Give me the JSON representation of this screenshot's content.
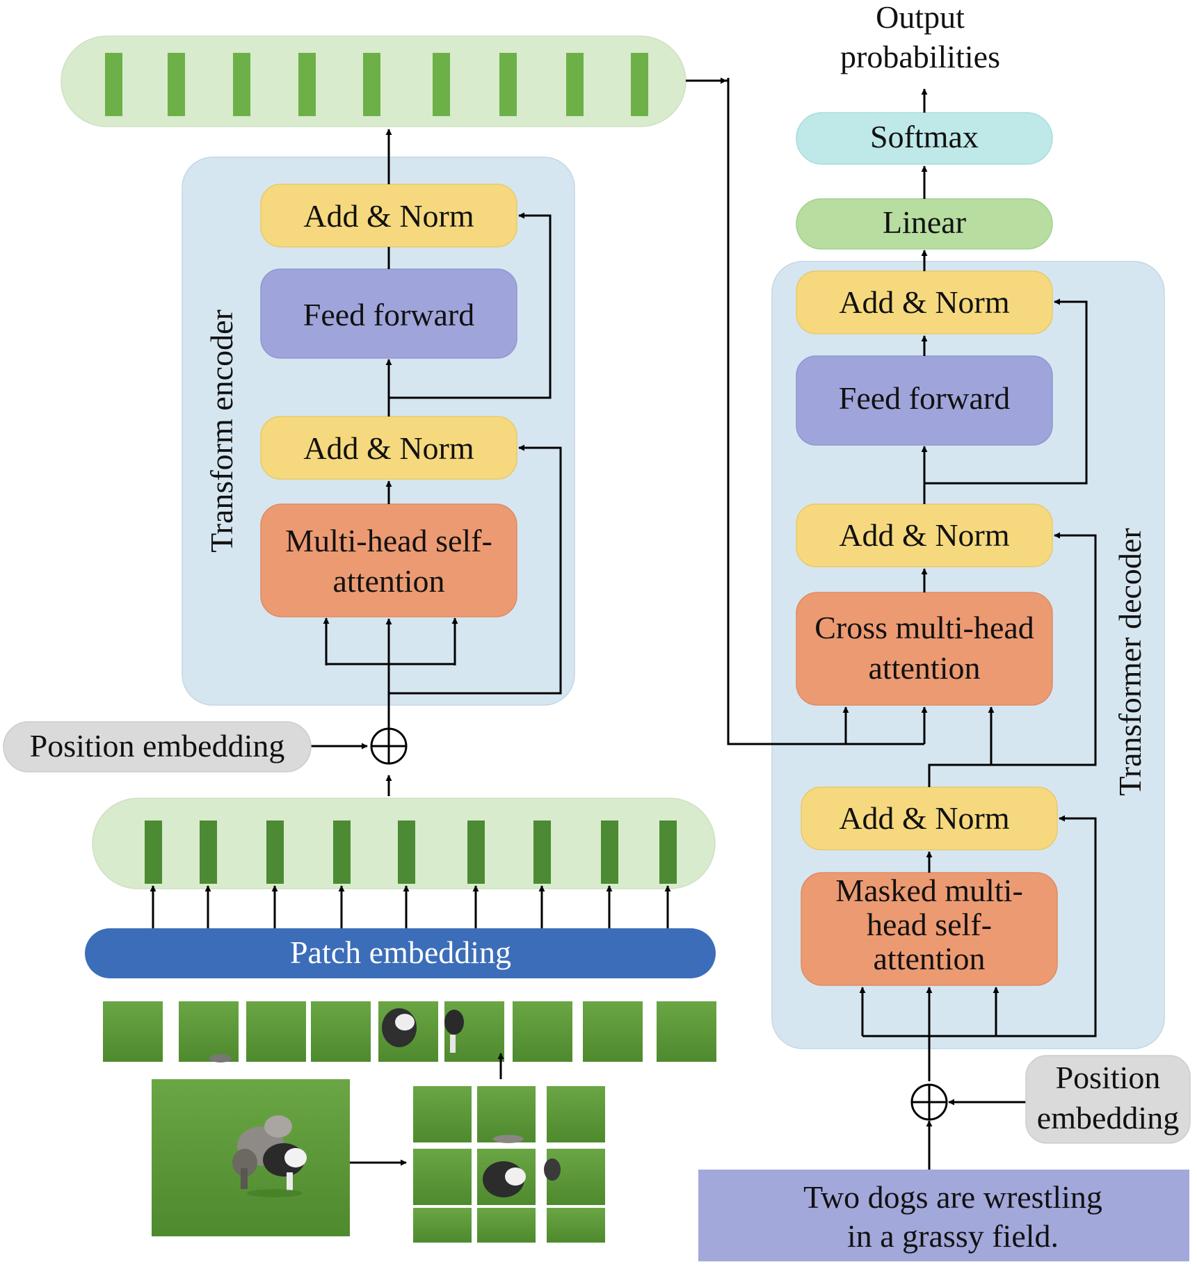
{
  "colors": {
    "panel": "#d6e6f1",
    "add_norm": "#f6d97e",
    "feed_forward": "#9fa5da",
    "attention": "#ec9a72",
    "token_bar": "#d8ebcc",
    "token_enc": "#6db048",
    "token_emb": "#4c8a33",
    "patch_embedding": "#3c6db9",
    "position": "#dadada",
    "linear": "#b7dda1",
    "softmax": "#bfe8e8",
    "caption": "#a3a8db",
    "grass": "#5f9a3a"
  },
  "encoder": {
    "title": "Transform encoder",
    "add_norm_top": "Add & Norm",
    "feed_forward": "Feed forward",
    "add_norm_bottom": "Add & Norm",
    "attention_line1": "Multi-head self-",
    "attention_line2": "attention",
    "position_embedding": "Position embedding",
    "patch_embedding": "Patch embedding"
  },
  "decoder": {
    "title": "Transformer decoder",
    "output_line1": "Output",
    "output_line2": "probabilities",
    "softmax": "Softmax",
    "linear": "Linear",
    "add_norm_1": "Add & Norm",
    "feed_forward": "Feed forward",
    "add_norm_2": "Add & Norm",
    "cross_line1": "Cross multi-head",
    "cross_line2": "attention",
    "add_norm_3": "Add & Norm",
    "masked_line1": "Masked multi-",
    "masked_line2": "head self-",
    "masked_line3": "attention",
    "position_line1": "Position",
    "position_line2": "embedding",
    "caption_line1": "Two dogs are wrestling",
    "caption_line2": "in a grassy field."
  }
}
